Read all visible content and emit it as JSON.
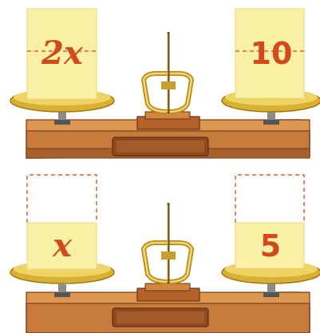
{
  "scale_top": {
    "left_card": "2x",
    "right_card": "10"
  },
  "scale_bottom": {
    "left_card": "x",
    "right_card": "5"
  },
  "colors": {
    "card": "#fbf1a6",
    "card_edge": "#e7d77e",
    "dash": "#e85a2a",
    "label": "#d24a1c",
    "wood": "#c77b3c",
    "wood_dark": "#8d4a1f",
    "pan": "#e7c44a",
    "pan_rim": "#b88d18"
  }
}
